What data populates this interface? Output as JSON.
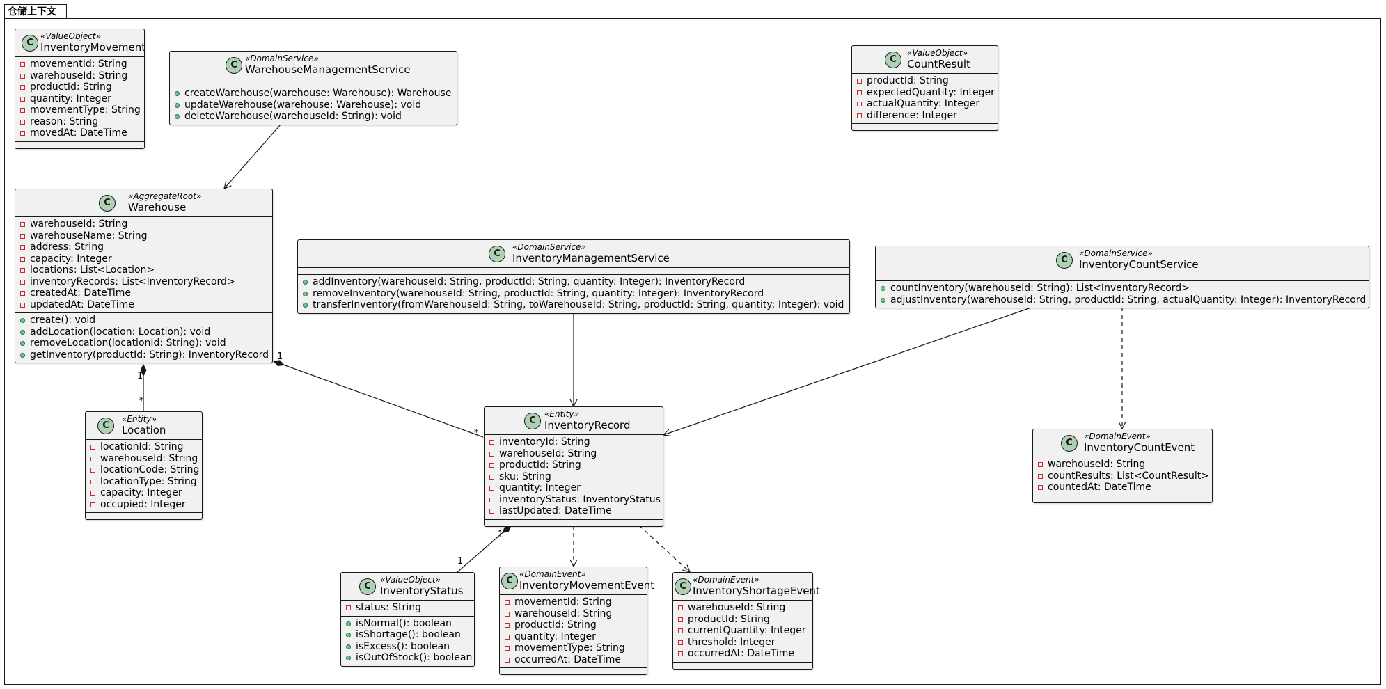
{
  "diagram": {
    "package_name": "仓储上下文",
    "class_icon_letter": "C",
    "colors": {
      "class_fill": "#f1f1f1",
      "border": "#181818",
      "icon_fill": "#add1b2",
      "private_marker": "#c82930",
      "public_marker": "#84be84"
    },
    "classes": {
      "inventory_movement": {
        "stereotype": "«ValueObject»",
        "name": "InventoryMovement",
        "attributes": [
          "movementId: String",
          "warehouseId: String",
          "productId: String",
          "quantity: Integer",
          "movementType: String",
          "reason: String",
          "movedAt: DateTime"
        ],
        "methods": []
      },
      "warehouse_management_service": {
        "stereotype": "«DomainService»",
        "name": "WarehouseManagementService",
        "attributes": [],
        "methods": [
          "createWarehouse(warehouse: Warehouse): Warehouse",
          "updateWarehouse(warehouse: Warehouse): void",
          "deleteWarehouse(warehouseId: String): void"
        ]
      },
      "count_result": {
        "stereotype": "«ValueObject»",
        "name": "CountResult",
        "attributes": [
          "productId: String",
          "expectedQuantity: Integer",
          "actualQuantity: Integer",
          "difference: Integer"
        ],
        "methods": []
      },
      "warehouse": {
        "stereotype": "«AggregateRoot»",
        "name": "Warehouse",
        "attributes": [
          "warehouseId: String",
          "warehouseName: String",
          "address: String",
          "capacity: Integer",
          "locations: List<Location>",
          "inventoryRecords: List<InventoryRecord>",
          "createdAt: DateTime",
          "updatedAt: DateTime"
        ],
        "methods": [
          "create(): void",
          "addLocation(location: Location): void",
          "removeLocation(locationId: String): void",
          "getInventory(productId: String): InventoryRecord"
        ]
      },
      "inventory_management_service": {
        "stereotype": "«DomainService»",
        "name": "InventoryManagementService",
        "attributes": [],
        "methods": [
          "addInventory(warehouseId: String, productId: String, quantity: Integer): InventoryRecord",
          "removeInventory(warehouseId: String, productId: String, quantity: Integer): InventoryRecord",
          "transferInventory(fromWarehouseId: String, toWarehouseId: String, productId: String, quantity: Integer): void"
        ]
      },
      "inventory_count_service": {
        "stereotype": "«DomainService»",
        "name": "InventoryCountService",
        "attributes": [],
        "methods": [
          "countInventory(warehouseId: String): List<InventoryRecord>",
          "adjustInventory(warehouseId: String, productId: String, actualQuantity: Integer): InventoryRecord"
        ]
      },
      "location": {
        "stereotype": "«Entity»",
        "name": "Location",
        "attributes": [
          "locationId: String",
          "warehouseId: String",
          "locationCode: String",
          "locationType: String",
          "capacity: Integer",
          "occupied: Integer"
        ],
        "methods": []
      },
      "inventory_record": {
        "stereotype": "«Entity»",
        "name": "InventoryRecord",
        "attributes": [
          "inventoryId: String",
          "warehouseId: String",
          "productId: String",
          "sku: String",
          "quantity: Integer",
          "inventoryStatus: InventoryStatus",
          "lastUpdated: DateTime"
        ],
        "methods": []
      },
      "inventory_count_event": {
        "stereotype": "«DomainEvent»",
        "name": "InventoryCountEvent",
        "attributes": [
          "warehouseId: String",
          "countResults: List<CountResult>",
          "countedAt: DateTime"
        ],
        "methods": []
      },
      "inventory_status": {
        "stereotype": "«ValueObject»",
        "name": "InventoryStatus",
        "attributes": [
          "status: String"
        ],
        "methods": [
          "isNormal(): boolean",
          "isShortage(): boolean",
          "isExcess(): boolean",
          "isOutOfStock(): boolean"
        ]
      },
      "inventory_movement_event": {
        "stereotype": "«DomainEvent»",
        "name": "InventoryMovementEvent",
        "attributes": [
          "movementId: String",
          "warehouseId: String",
          "productId: String",
          "quantity: Integer",
          "movementType: String",
          "occurredAt: DateTime"
        ],
        "methods": []
      },
      "inventory_shortage_event": {
        "stereotype": "«DomainEvent»",
        "name": "InventoryShortageEvent",
        "attributes": [
          "warehouseId: String",
          "productId: String",
          "currentQuantity: Integer",
          "threshold: Integer",
          "occurredAt: DateTime"
        ],
        "methods": []
      }
    },
    "relations": [
      {
        "from": "warehouse_management_service",
        "to": "warehouse",
        "kind": "association",
        "source_label": "",
        "target_label": ""
      },
      {
        "from": "warehouse",
        "to": "location",
        "kind": "composition",
        "source_label": "1",
        "target_label": "*"
      },
      {
        "from": "warehouse",
        "to": "inventory_record",
        "kind": "composition",
        "source_label": "1",
        "target_label": "*"
      },
      {
        "from": "inventory_management_service",
        "to": "inventory_record",
        "kind": "association",
        "source_label": "",
        "target_label": ""
      },
      {
        "from": "inventory_count_service",
        "to": "inventory_record",
        "kind": "association",
        "source_label": "",
        "target_label": ""
      },
      {
        "from": "inventory_count_service",
        "to": "inventory_count_event",
        "kind": "dependency",
        "source_label": "",
        "target_label": ""
      },
      {
        "from": "inventory_record",
        "to": "inventory_status",
        "kind": "composition",
        "source_label": "1",
        "target_label": "1"
      },
      {
        "from": "inventory_record",
        "to": "inventory_movement_event",
        "kind": "dependency",
        "source_label": "",
        "target_label": ""
      },
      {
        "from": "inventory_record",
        "to": "inventory_shortage_event",
        "kind": "dependency",
        "source_label": "",
        "target_label": ""
      }
    ]
  }
}
